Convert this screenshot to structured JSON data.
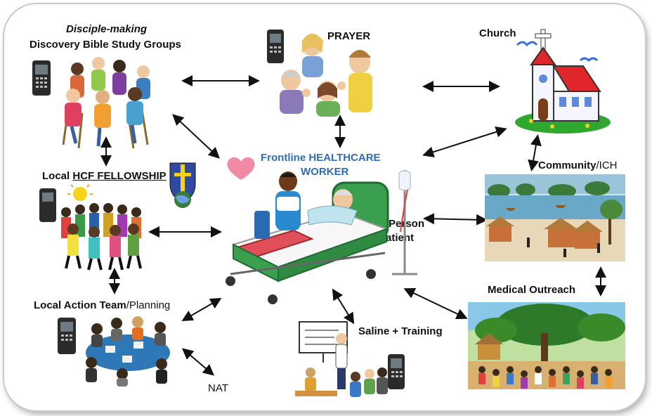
{
  "nodes": {
    "disciple_making": {
      "line1": "Disciple-making",
      "line2": "Discovery Bible Study Groups"
    },
    "prayer": {
      "label": "PRAYER"
    },
    "church": {
      "label": "Church"
    },
    "hcf_fellowship": {
      "prefix": "Local ",
      "underlined": "HCF FELLOWSHIP"
    },
    "frontline": {
      "line1": "Frontline  HEALTHCARE",
      "line2": "WORKER"
    },
    "community": {
      "bold": "Community",
      "normal": "/ICH"
    },
    "whole_person": {
      "line1": "Whole Person",
      "line2": "of the Patient"
    },
    "action_team": {
      "bold": "Local Action Team",
      "normal": "/Planning"
    },
    "medical_outreach": {
      "label": "Medical Outreach"
    },
    "saline": {
      "label": "Saline + Training"
    },
    "nat": {
      "label": "NAT"
    }
  },
  "colors": {
    "frontline_text": "#2f6cb5",
    "arrow": "#111111",
    "heart": "#f08aa5",
    "church_roof": "#e0262a"
  },
  "icons": [
    "cell-phone-icon",
    "heart-icon",
    "hcf-emblem-icon"
  ]
}
